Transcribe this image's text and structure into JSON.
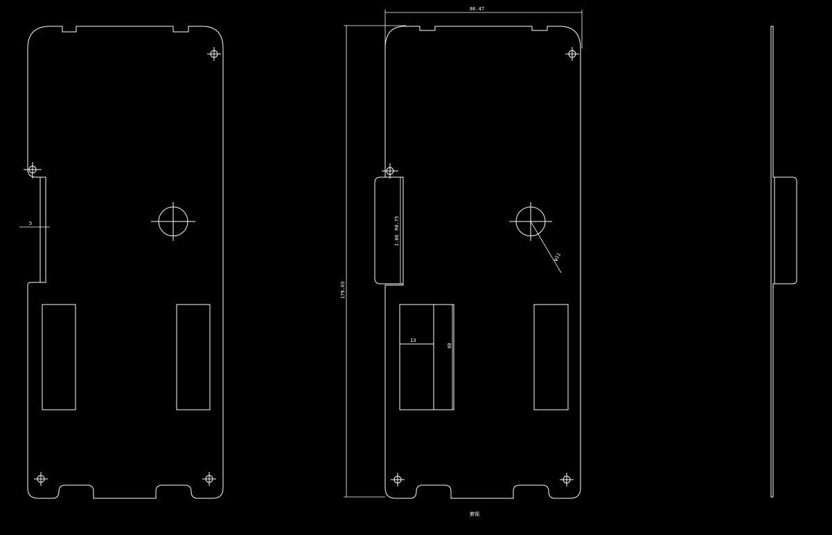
{
  "drawing": {
    "dimensions": {
      "overall_width": "86.47",
      "overall_height": "179.03",
      "tab_offset": "5",
      "slot_radius": "1.00",
      "slot_dim": "R0.75",
      "pocket_width": "13",
      "pocket_height": "40",
      "hole_dia": "φ11"
    },
    "view_label": "俯视"
  }
}
